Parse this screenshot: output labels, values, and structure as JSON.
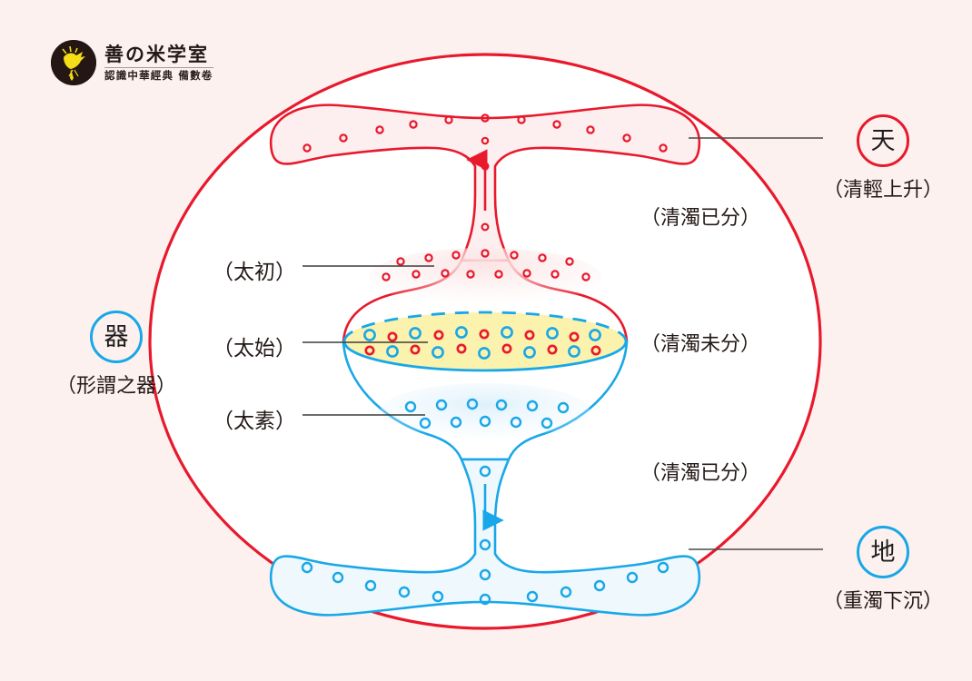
{
  "brand": {
    "icon": "bird-in-circle-logo",
    "title": "善の米学室",
    "subtitle": "認識中華經典 備數卷"
  },
  "nodes": {
    "heaven": {
      "glyph": "天",
      "caption": "（清輕上升）",
      "color": "#e8192c"
    },
    "earth": {
      "glyph": "地",
      "caption": "（重濁下沉）",
      "color": "#18a7e8"
    },
    "vessel": {
      "glyph": "器",
      "caption": "（形謂之器）",
      "color": "#18a7e8"
    }
  },
  "stage_labels": {
    "taichu": "（太初）",
    "taishi": "（太始）",
    "taisu": "（太素）"
  },
  "state_labels": {
    "upper_separated": "（清濁已分）",
    "undivided": "（清濁未分）",
    "lower_separated": "（清濁已分）"
  },
  "colors": {
    "background": "#fdf1ef",
    "red": "#e8192c",
    "blue": "#18a7e8",
    "yellow_fill": "#fbf2ae",
    "red_fill": "#fdeeee",
    "blue_fill": "#eaf6fd",
    "leader_line": "#4a4a4a",
    "text": "#241a17"
  },
  "arrows": {
    "up": "arrow-up",
    "down": "arrow-down"
  }
}
